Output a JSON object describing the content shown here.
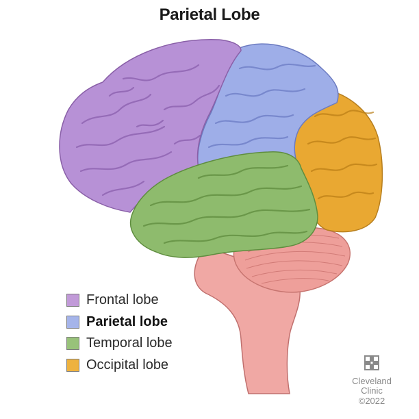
{
  "title": "Parietal Lobe",
  "legend": [
    {
      "label": "Frontal lobe",
      "color": "#c19ad8",
      "bold": false
    },
    {
      "label": "Parietal lobe",
      "color": "#a5b4ea",
      "bold": true
    },
    {
      "label": "Temporal lobe",
      "color": "#98c27a",
      "bold": false
    },
    {
      "label": "Occipital lobe",
      "color": "#eeb23e",
      "bold": false
    }
  ],
  "regions": {
    "frontal": "#b791d6",
    "parietal": "#9eaee8",
    "temporal": "#8ebb6d",
    "occipital": "#e9a832",
    "cerebellum": "#ee9f9a",
    "brainstem": "#f0a8a4"
  },
  "brand": {
    "name_line1": "Cleveland",
    "name_line2": "Clinic",
    "year": "©2022"
  }
}
